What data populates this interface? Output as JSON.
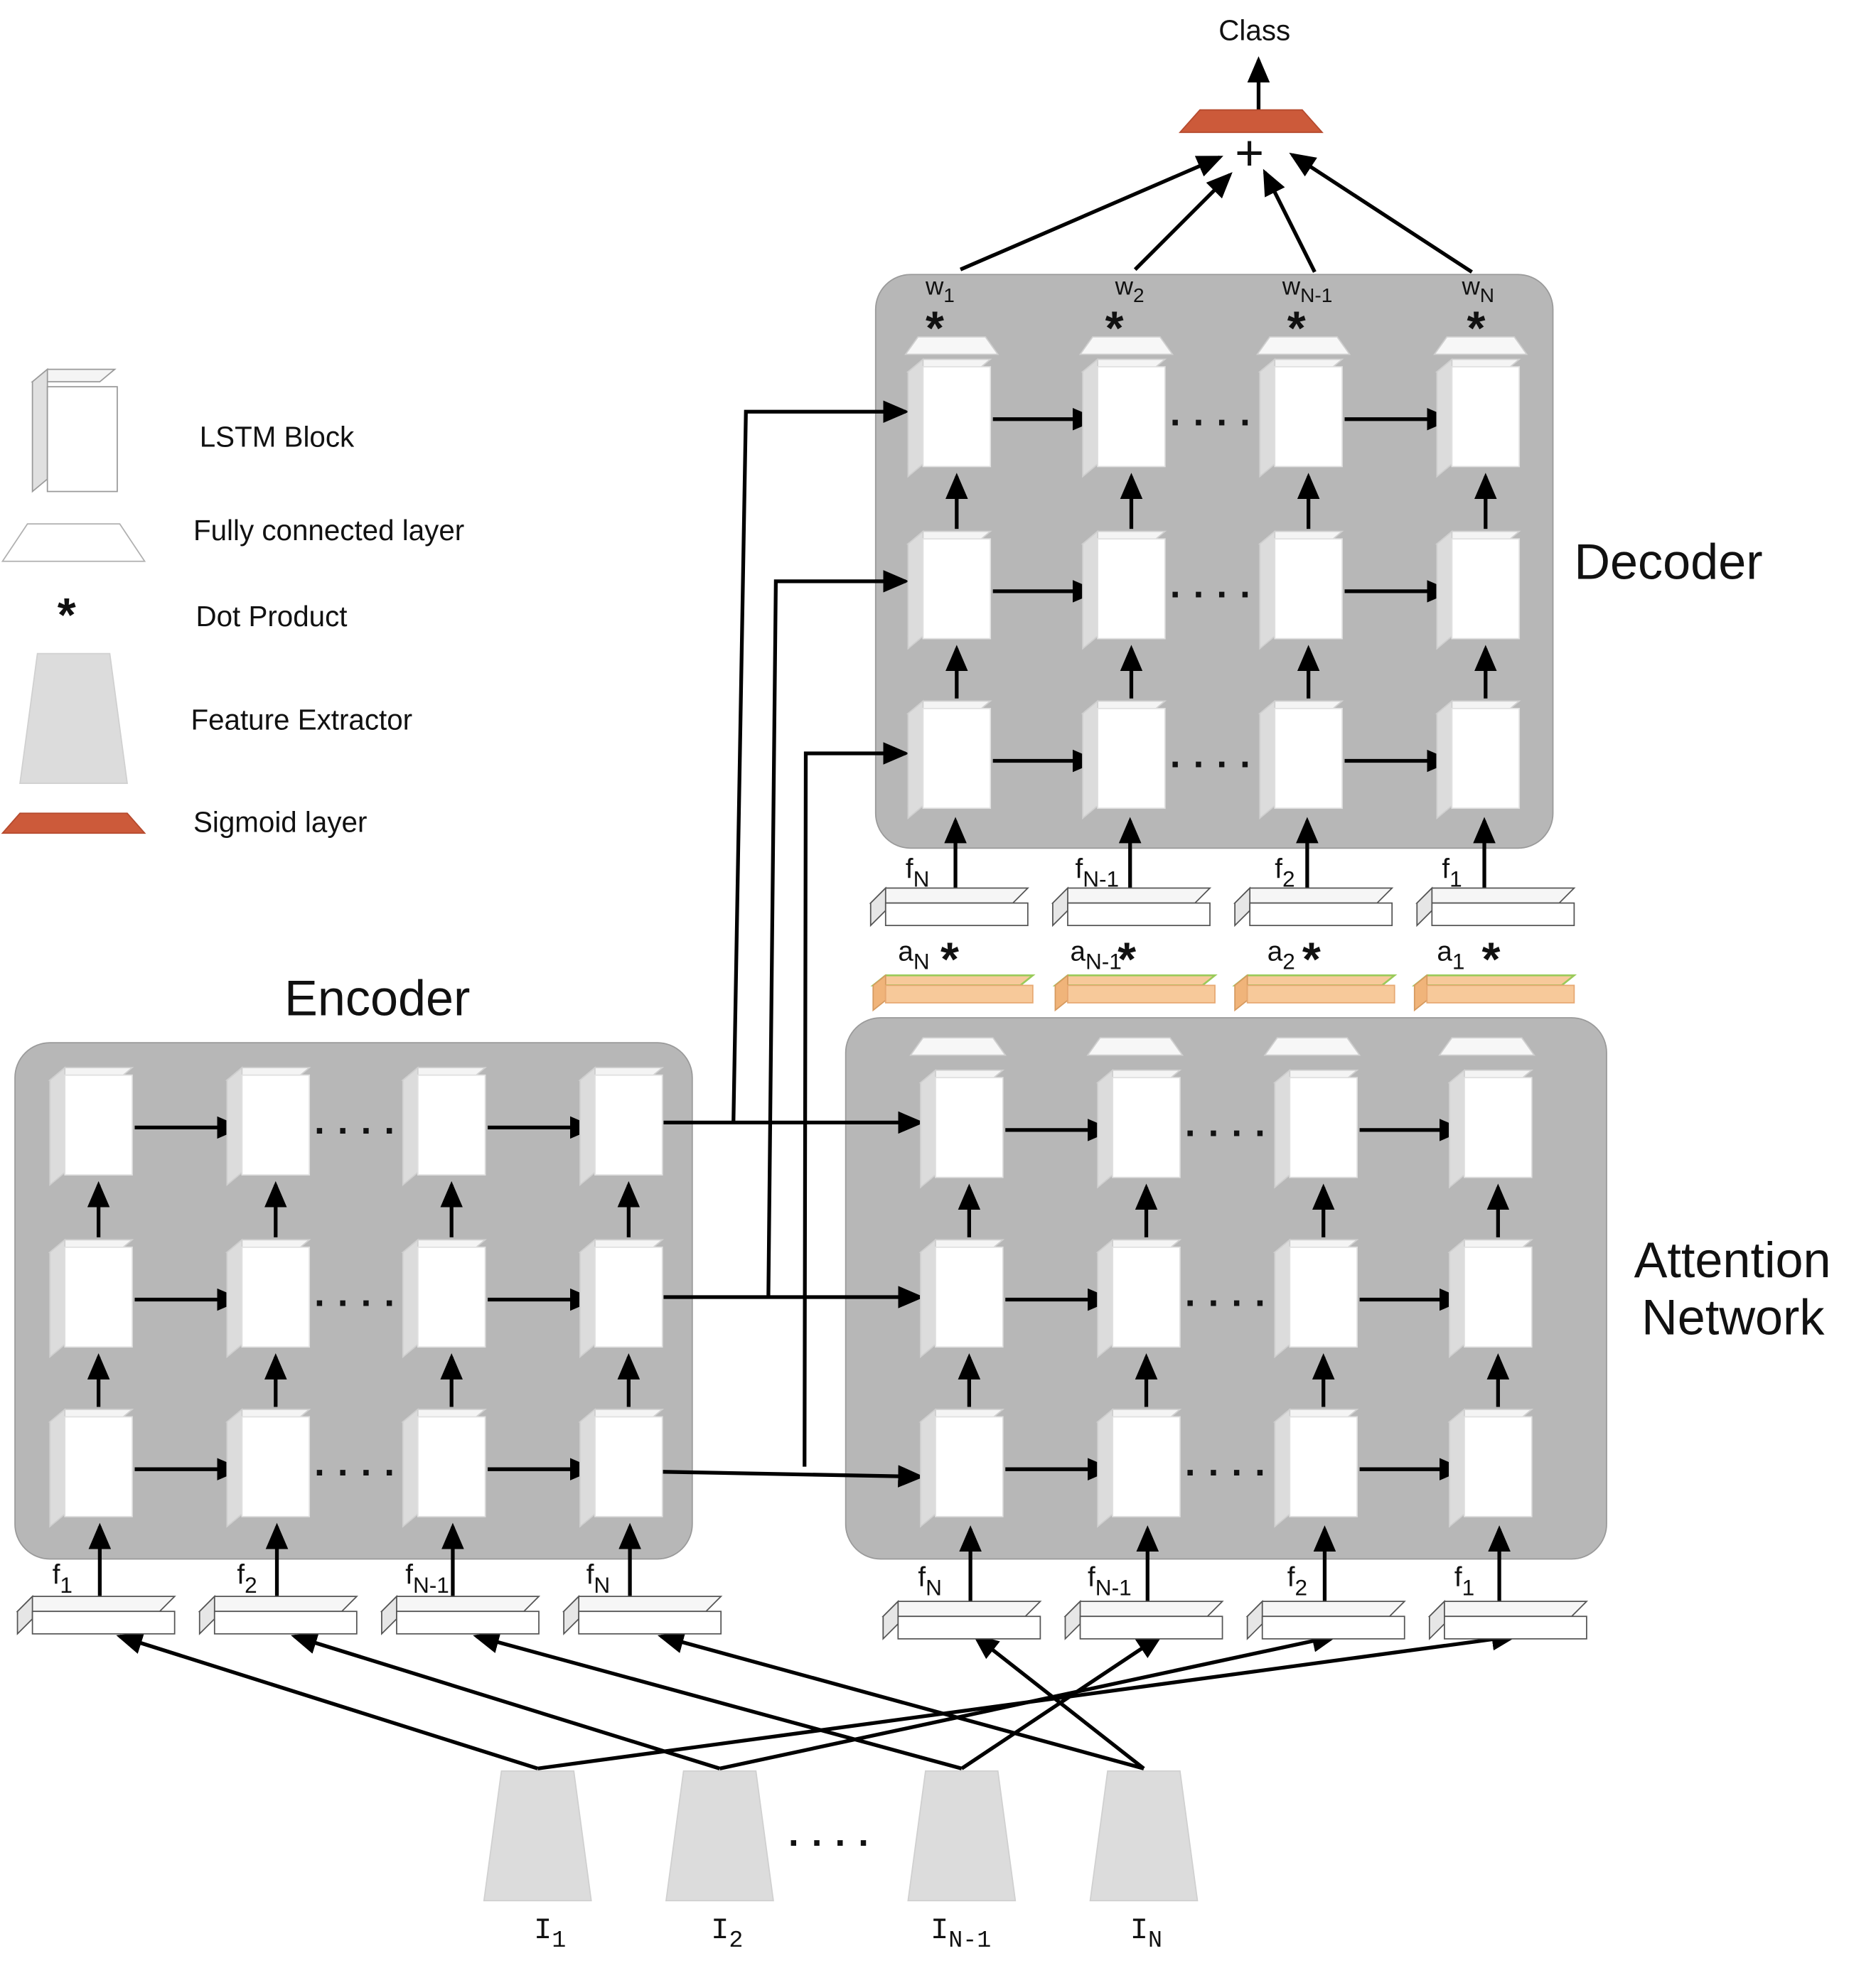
{
  "legend": [
    {
      "symbol": "lstm-block",
      "label": "LSTM Block"
    },
    {
      "symbol": "fully-connected",
      "label": "Fully connected layer"
    },
    {
      "symbol": "dot-product",
      "label": "Dot Product"
    },
    {
      "symbol": "feature-extractor",
      "label": "Feature Extractor"
    },
    {
      "symbol": "sigmoid",
      "label": "Sigmoid layer"
    }
  ],
  "dot_symbol": "*",
  "plus_symbol": "+",
  "ellipsis": ". . . .",
  "titles": {
    "encoder": "Encoder",
    "decoder": "Decoder",
    "attention_line1": "Attention",
    "attention_line2": "Network",
    "output": "Class"
  },
  "feature_labels": {
    "encoder": [
      {
        "base": "f",
        "sub": "1"
      },
      {
        "base": "f",
        "sub": "2"
      },
      {
        "base": "f",
        "sub": "N-1"
      },
      {
        "base": "f",
        "sub": "N"
      }
    ],
    "attention": [
      {
        "base": "f",
        "sub": "N"
      },
      {
        "base": "f",
        "sub": "N-1"
      },
      {
        "base": "f",
        "sub": "2"
      },
      {
        "base": "f",
        "sub": "1"
      }
    ],
    "decoder": [
      {
        "base": "f",
        "sub": "N"
      },
      {
        "base": "f",
        "sub": "N-1"
      },
      {
        "base": "f",
        "sub": "2"
      },
      {
        "base": "f",
        "sub": "1"
      }
    ]
  },
  "attention_labels": [
    {
      "base": "a",
      "sub": "N"
    },
    {
      "base": "a",
      "sub": "N-1"
    },
    {
      "base": "a",
      "sub": "2"
    },
    {
      "base": "a",
      "sub": "1"
    }
  ],
  "weight_labels": [
    {
      "base": "w",
      "sub": "1"
    },
    {
      "base": "w",
      "sub": "2"
    },
    {
      "base": "w",
      "sub": "N-1"
    },
    {
      "base": "w",
      "sub": "N"
    }
  ],
  "inputs": [
    {
      "base": "I",
      "sub": "1"
    },
    {
      "base": "I",
      "sub": "2"
    },
    {
      "base": "I",
      "sub": "N-1"
    },
    {
      "base": "I",
      "sub": "N"
    }
  ],
  "colors": {
    "panel": "#b7b7b7",
    "sigmoid": "#cc5a3a",
    "attention_bar": "#f7c99a",
    "attention_bar_edge": "#9acb5a",
    "feature_extractor": "#dcdcdc"
  }
}
